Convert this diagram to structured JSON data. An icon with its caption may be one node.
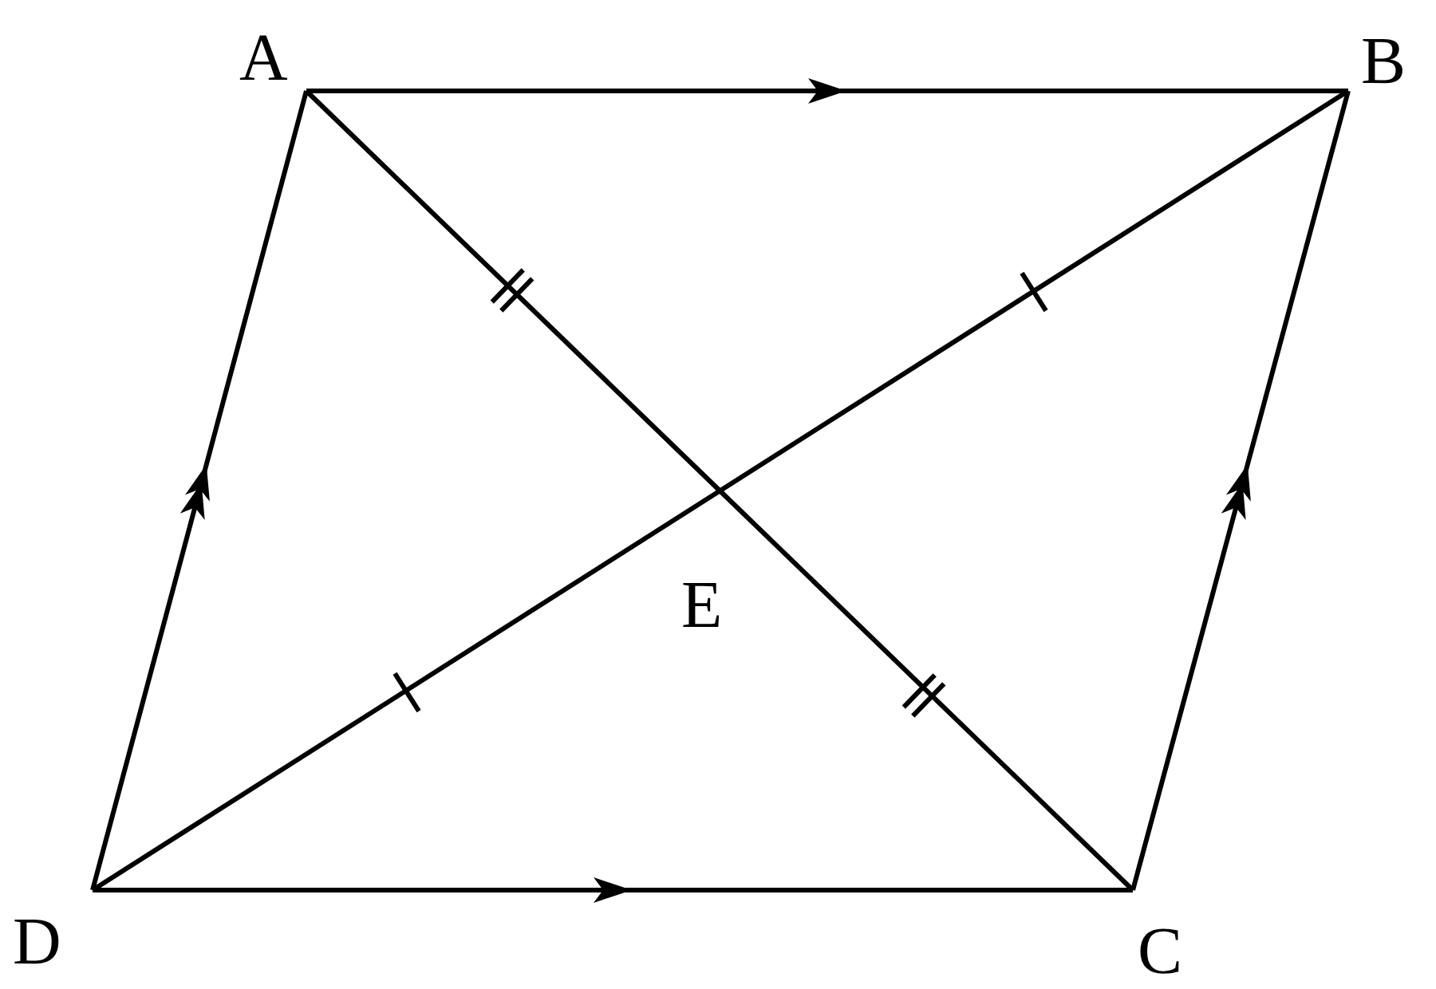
{
  "diagram": {
    "nodes": [
      {
        "text": [
          "A"
        ]
      },
      {
        "text": [
          "B"
        ]
      },
      {
        "text": [
          "C"
        ]
      },
      {
        "text": [
          "D"
        ]
      }
    ],
    "edges": [
      {
        "from": 0,
        "to": 1,
        "arrow": "none"
      },
      {
        "from": 3,
        "to": 2,
        "arrow": "none"
      },
      {
        "from": 3,
        "to": 0,
        "arrow": "none"
      },
      {
        "from": 2,
        "to": 1,
        "arrow": "none"
      },
      {
        "from": 0,
        "to": 2,
        "arrow": "none"
      },
      {
        "from": 3,
        "to": 1,
        "arrow": "none"
      }
    ],
    "labels": [
      "E"
    ]
  }
}
